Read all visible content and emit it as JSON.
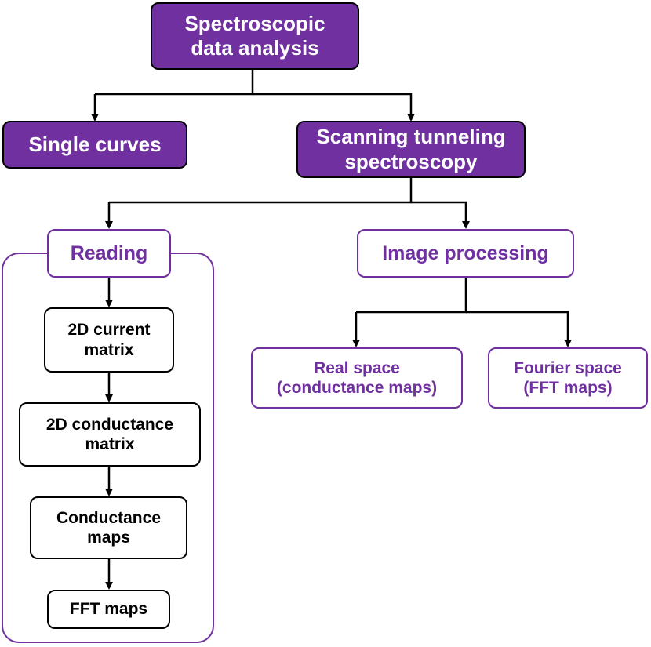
{
  "colors": {
    "accent": "#7030a0",
    "box_border": "#000000",
    "connector": "#000000"
  },
  "nodes": {
    "root": "Spectroscopic\ndata analysis",
    "single_curves": "Single curves",
    "sts": "Scanning tunneling\nspectroscopy",
    "reading": "Reading",
    "image_processing": "Image processing",
    "current_matrix": "2D current\nmatrix",
    "conductance_matrix": "2D conductance\nmatrix",
    "conductance_maps": "Conductance\nmaps",
    "fft_maps": "FFT maps",
    "real_space": "Real space\n(conductance maps)",
    "fourier_space": "Fourier space\n(FFT maps)"
  }
}
